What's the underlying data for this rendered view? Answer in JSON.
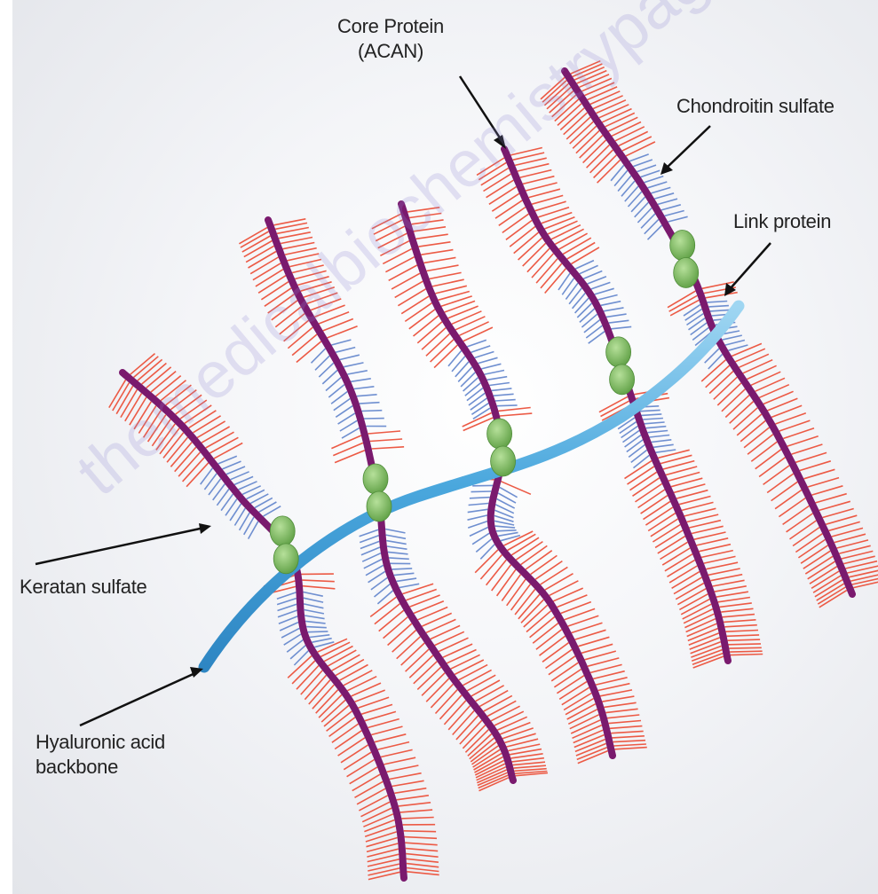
{
  "labels": {
    "core_protein_line1": "Core Protein",
    "core_protein_line2": "(ACAN)",
    "chondroitin_sulfate": "Chondroitin sulfate",
    "link_protein": "Link protein",
    "keratan_sulfate": "Keratan sulfate",
    "hyaluronic_line1": "Hyaluronic acid",
    "hyaluronic_line2": "backbone"
  },
  "watermark": "themedicalbiochemistrypage.org",
  "colors": {
    "core_protein": "#7a1a6e",
    "chondroitin_sulfate": "#ec5a45",
    "keratan_sulfate": "#6f8fd0",
    "hyaluronic_acid": "#5ab0e0",
    "link_protein": "#7fbf5e"
  }
}
